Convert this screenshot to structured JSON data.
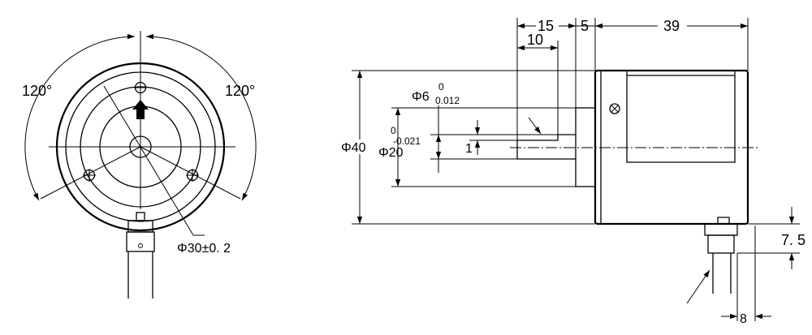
{
  "front_view": {
    "angle_left": "120°",
    "angle_right": "120°",
    "bolt_circle": "Φ30±0. 2"
  },
  "side_view": {
    "dim_15": "15",
    "dim_5": "5",
    "dim_39": "39",
    "dim_10": "10",
    "dim_shaft_dia": "Φ6",
    "dim_shaft_tol_upper": "0",
    "dim_shaft_tol_lower": "0.012",
    "dim_body_dia": "Φ40",
    "dim_boss_dia": "Φ20",
    "dim_boss_tol_upper": "0",
    "dim_boss_tol_lower": "-0.021",
    "dim_flat": "1",
    "dim_7_5": "7. 5",
    "dim_8": "8"
  }
}
